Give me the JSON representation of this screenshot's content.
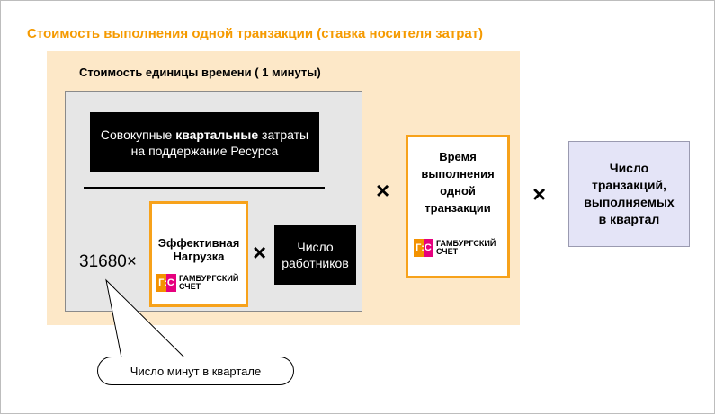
{
  "title": "Стоимость выполнения одной транзакции (ставка носителя затрат)",
  "subtitle": "Стоимость единицы времени ( 1 минуты)",
  "costs_box": {
    "pre": "Совокупные ",
    "bold": "квартальные",
    "post": " затраты",
    "line2": "на поддержание Ресурса"
  },
  "minutes": "31680",
  "times": "×",
  "load_box": {
    "line1": "Эффективная",
    "line2": "Нагрузка"
  },
  "workers_box": {
    "line1": "Число",
    "line2": "работников"
  },
  "time_box": {
    "line1": "Время",
    "line2": "выполнения",
    "line3": "одной",
    "line4": "транзакции"
  },
  "count_box": {
    "line1": "Число",
    "line2": "транзакций,",
    "line3": "выполняемых",
    "line4": "в квартал"
  },
  "callout": "Число минут в квартале",
  "logo": {
    "mark": "Г:С",
    "line1": "ГАМБУРГСКИЙ",
    "line2": "СЧЕТ"
  }
}
